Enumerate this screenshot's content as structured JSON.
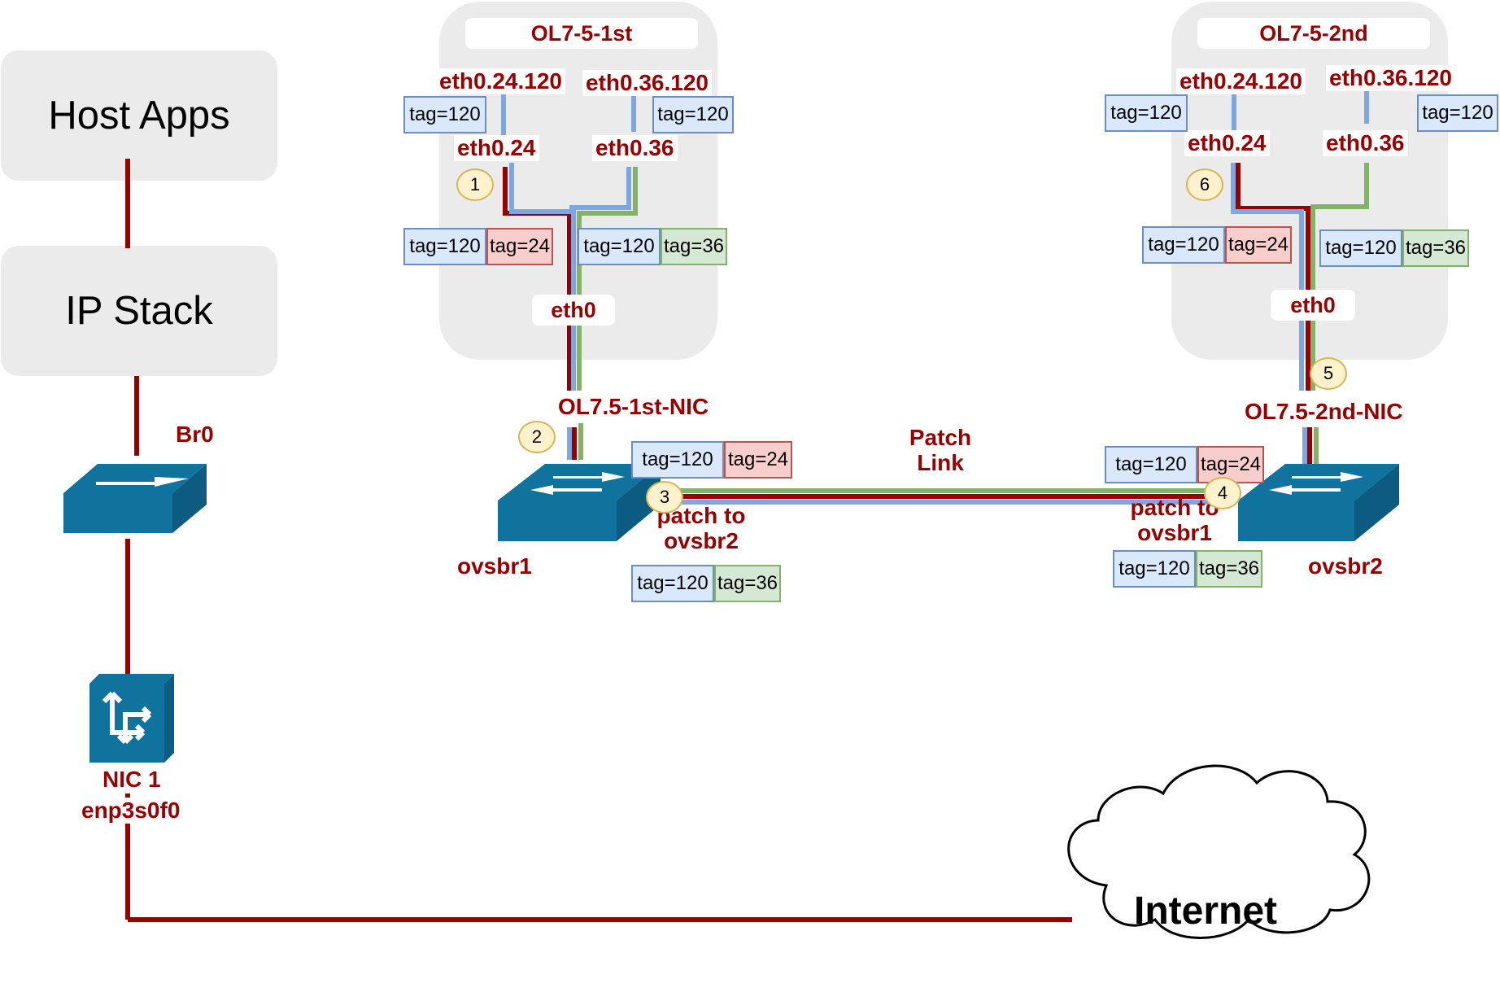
{
  "host": {
    "apps": "Host Apps",
    "ip_stack": "IP Stack",
    "bridge": "Br0",
    "nic_line1": "NIC 1",
    "nic_line2": "enp3s0f0"
  },
  "vm1": {
    "title": "OL7-5-1st",
    "if_a": "eth0.24.120",
    "if_b": "eth0.36.120",
    "if_c": "eth0.24",
    "if_d": "eth0.36",
    "if_e": "eth0",
    "nic": "OL7.5-1st-NIC"
  },
  "vm2": {
    "title": "OL7-5-2nd",
    "if_a": "eth0.24.120",
    "if_b": "eth0.36.120",
    "if_c": "eth0.24",
    "if_d": "eth0.36",
    "if_e": "eth0",
    "nic": "OL7.5-2nd-NIC"
  },
  "switches": {
    "s1": "ovsbr1",
    "s2": "ovsbr2"
  },
  "patch": {
    "link": "Patch\nLink",
    "p1": "patch to\novsbr2",
    "p2": "patch to\novsbr1"
  },
  "tags": {
    "t120": "tag=120",
    "t24": "tag=24",
    "t36": "tag=36"
  },
  "badges": [
    "1",
    "2",
    "3",
    "4",
    "5",
    "6"
  ],
  "internet": "Internet",
  "colors": {
    "red": "#990000",
    "blue": "#7ea6e0",
    "green": "#82b366",
    "switch": "#10739e"
  }
}
